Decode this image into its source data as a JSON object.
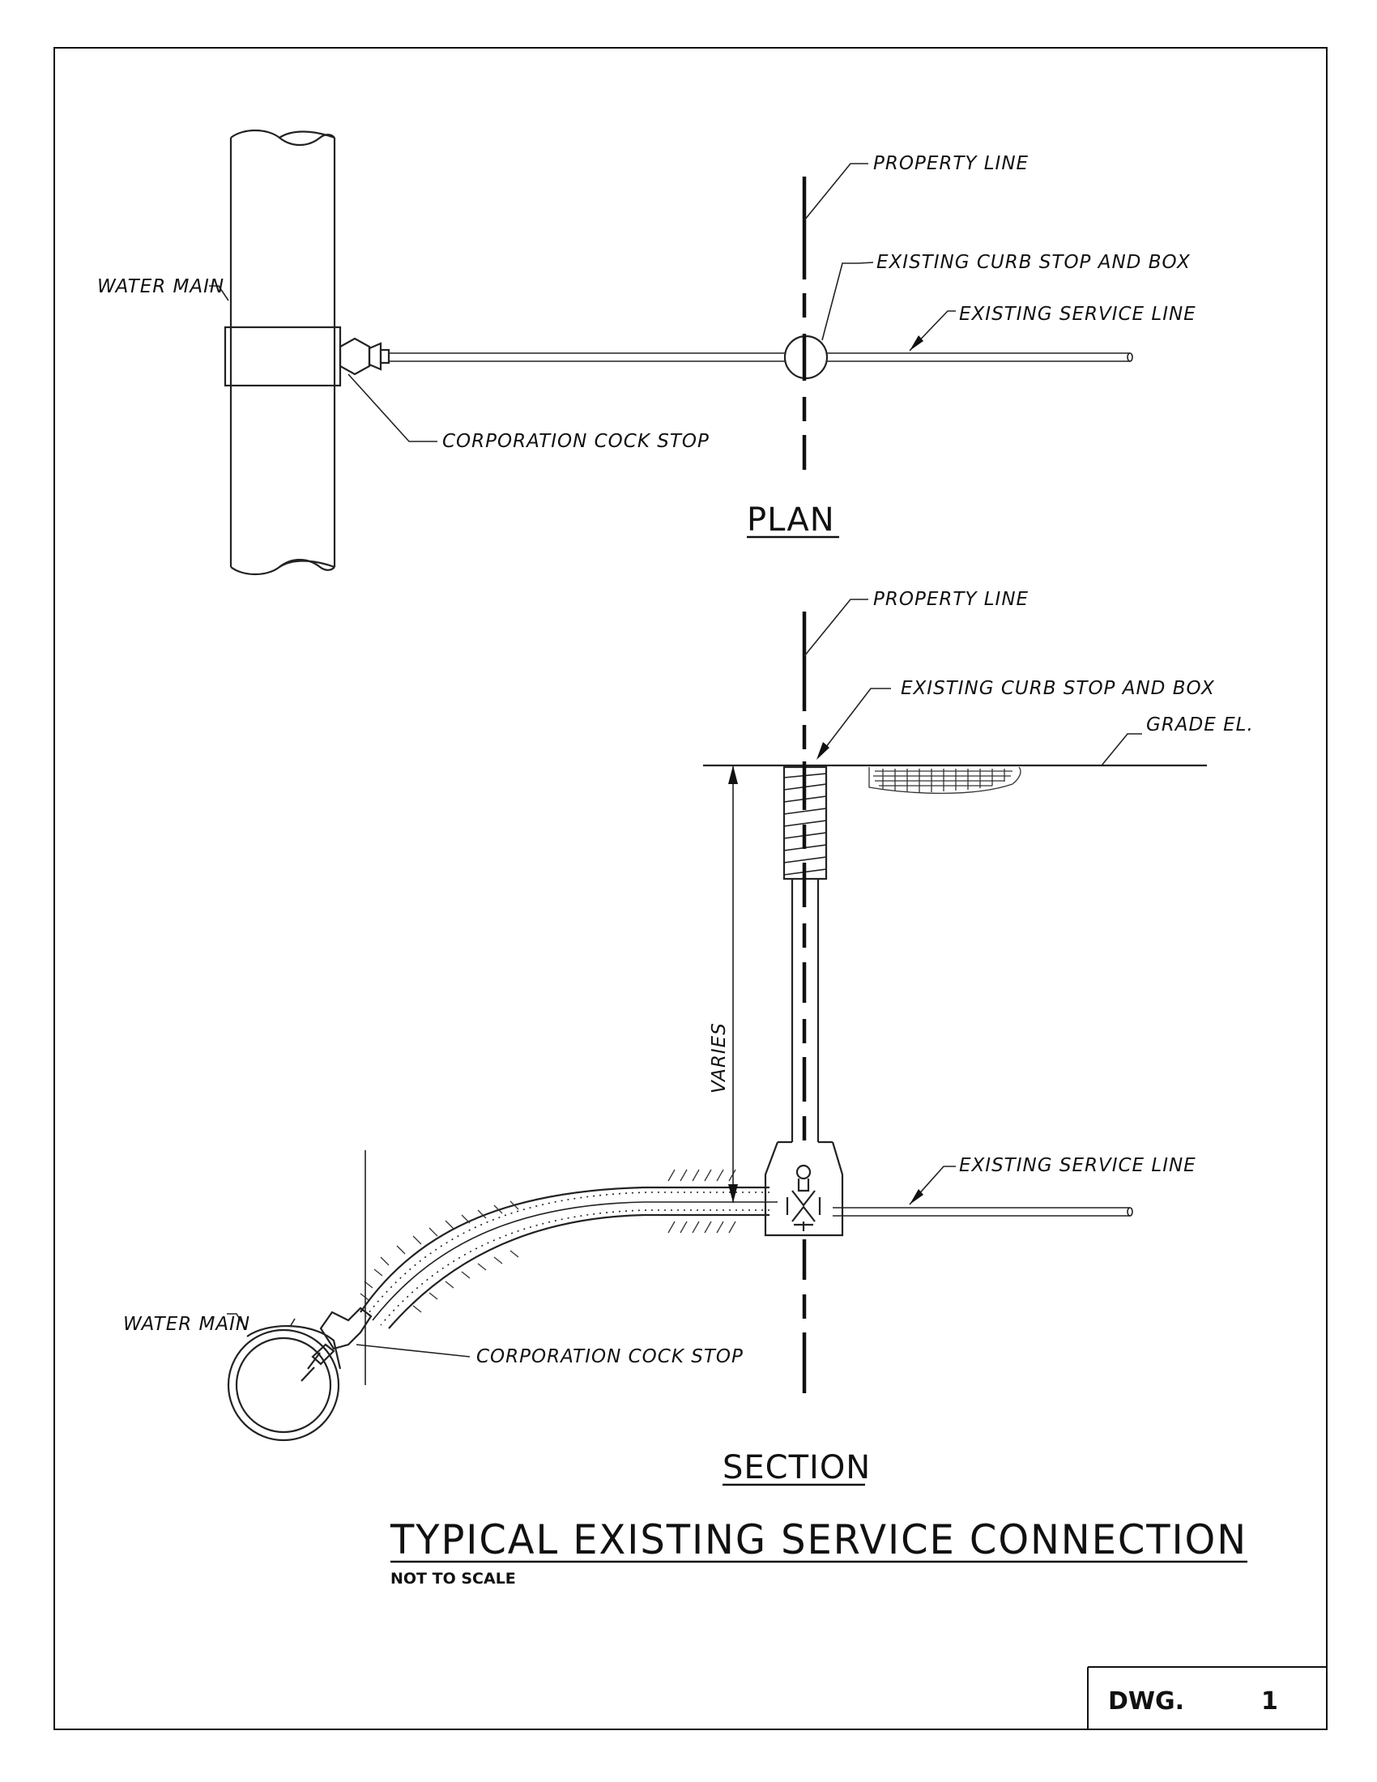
{
  "plan": {
    "title": "PLAN",
    "labels": {
      "property_line": "PROPERTY LINE",
      "curb_stop": "EXISTING CURB STOP AND BOX",
      "service_line": "EXISTING SERVICE LINE",
      "water_main": "WATER MAIN",
      "corp_cock": "CORPORATION COCK STOP"
    }
  },
  "section": {
    "title": "SECTION",
    "labels": {
      "property_line": "PROPERTY LINE",
      "curb_stop": "EXISTING CURB STOP AND BOX",
      "grade": "GRADE EL.",
      "varies": "VARIES",
      "service_line": "EXISTING SERVICE LINE",
      "water_main": "WATER MAIN",
      "corp_cock": "CORPORATION COCK STOP"
    }
  },
  "title_block": {
    "title": "TYPICAL EXISTING SERVICE CONNECTION",
    "subtitle": "NOT TO SCALE",
    "dwg_label": "DWG.",
    "dwg_number": "1"
  }
}
